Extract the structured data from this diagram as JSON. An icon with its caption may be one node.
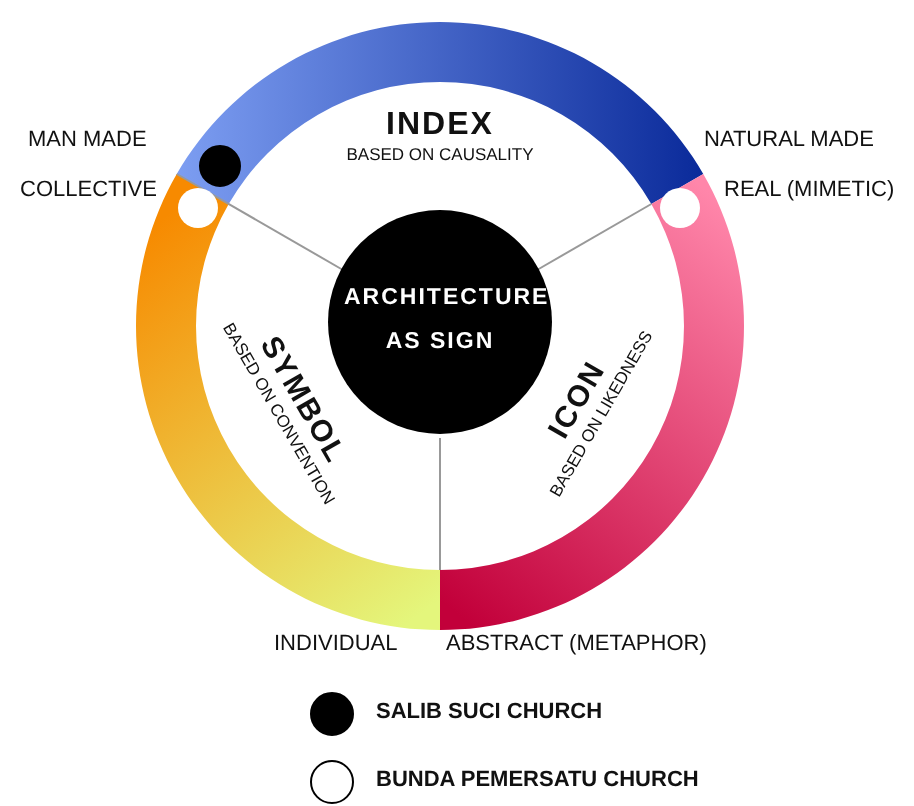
{
  "diagram": {
    "nodes": [
      {
        "text": [
          "ARCHITECTURE AS SIGN"
        ]
      },
      {
        "text": [
          "INDEX",
          "BASED ON CAUSALITY"
        ]
      },
      {
        "text": [
          "SYMBOL",
          "BASED ON CONVENTION"
        ]
      },
      {
        "text": [
          "ICON",
          "BASED ON LIKEDNESS"
        ]
      }
    ],
    "labels": [
      "MAN MADE",
      "NATURAL MADE",
      "COLLECTIVE",
      "REAL (MIMETIC)",
      "INDIVIDUAL",
      "ABSTRACT (METAPHOR)"
    ],
    "legend": [
      {
        "text": "SALIB SUCI CHURCH",
        "color": "#000000"
      },
      {
        "text": "BUNDA PEMERSATU CHURCH",
        "color": "#ffffff"
      }
    ]
  }
}
